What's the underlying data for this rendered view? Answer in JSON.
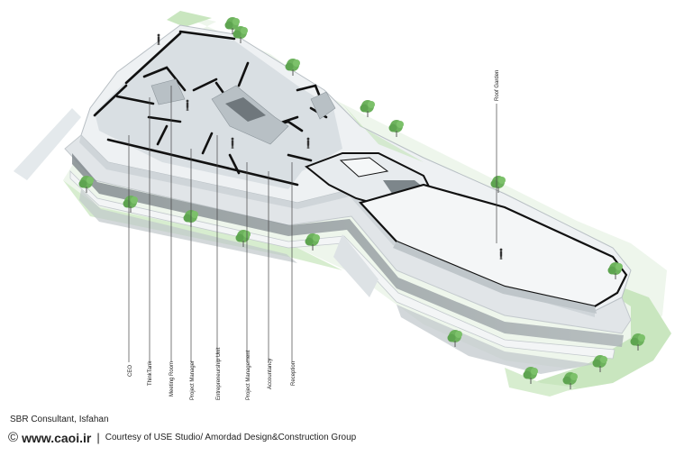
{
  "labels": {
    "ceo": "CEO",
    "thinktank": "ThinkTank",
    "meeting_room": "Meeting Room",
    "project_manager": "Project Manager",
    "entrepreneurship_unit": "Entrepreneurship Unit",
    "project_management": "Project Management",
    "accountancy": "Accountancy",
    "reception": "Reception",
    "roof_garden": "Roof Garden"
  },
  "caption": {
    "project": "SBR Consultant, Isfahan",
    "copyright_symbol": "©",
    "site": "www.caoi.ir",
    "separator": "|",
    "credit": "Courtesy of USE Studio/ Amordad Design&Construction Group"
  },
  "icons": {
    "tree": "tree-icon",
    "person": "person-figure-icon",
    "copyright": "copyright-icon"
  },
  "colors": {
    "background": "#ffffff",
    "landscape_green": "#c9e6bf",
    "tree_green": "#6db25d",
    "building_white": "#eef1f3",
    "floor_grey": "#d6dbdf",
    "glazing": "#8f969b",
    "outline": "#111111"
  }
}
